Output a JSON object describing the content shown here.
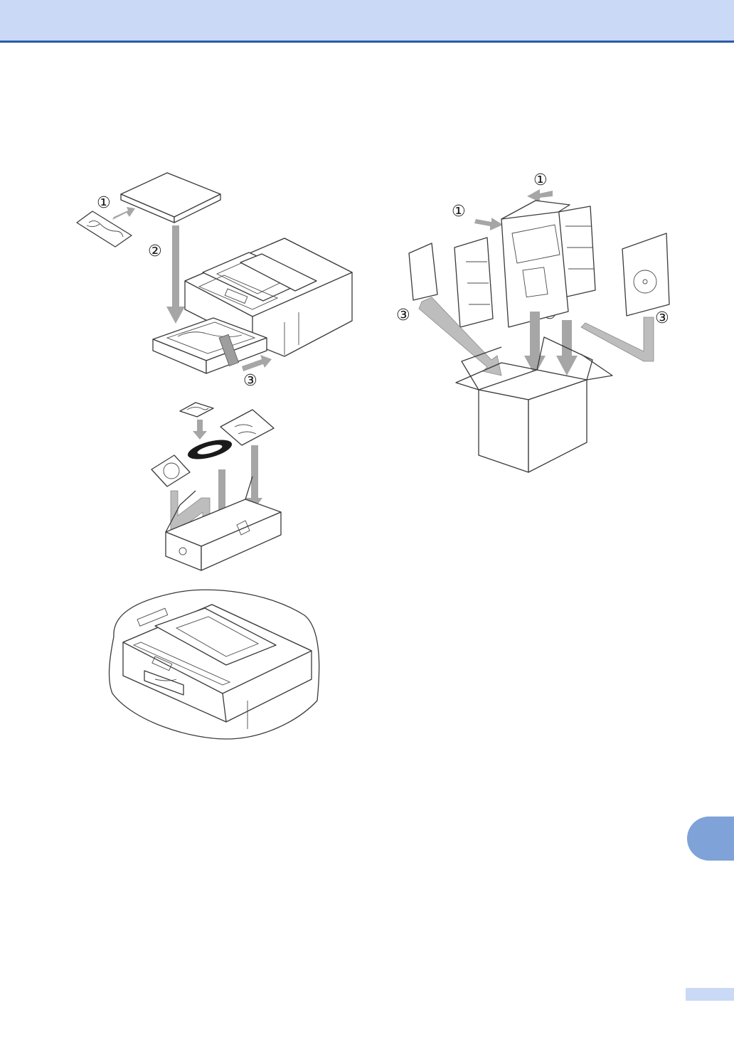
{
  "header": {
    "color": "#c9d9f6",
    "rule_color": "#2b5aa8"
  },
  "figures": {
    "tray_packing": {
      "steps": [
        "①",
        "②",
        "③"
      ]
    },
    "accessory_box": {
      "steps": []
    },
    "bagged_machine": {
      "steps": []
    },
    "carton_packing": {
      "steps": [
        "①",
        "①",
        "②",
        "③",
        "③"
      ]
    }
  },
  "chapter_tab": {
    "label": "",
    "color": "#7fa2d8"
  },
  "page_number": {
    "value": ""
  }
}
